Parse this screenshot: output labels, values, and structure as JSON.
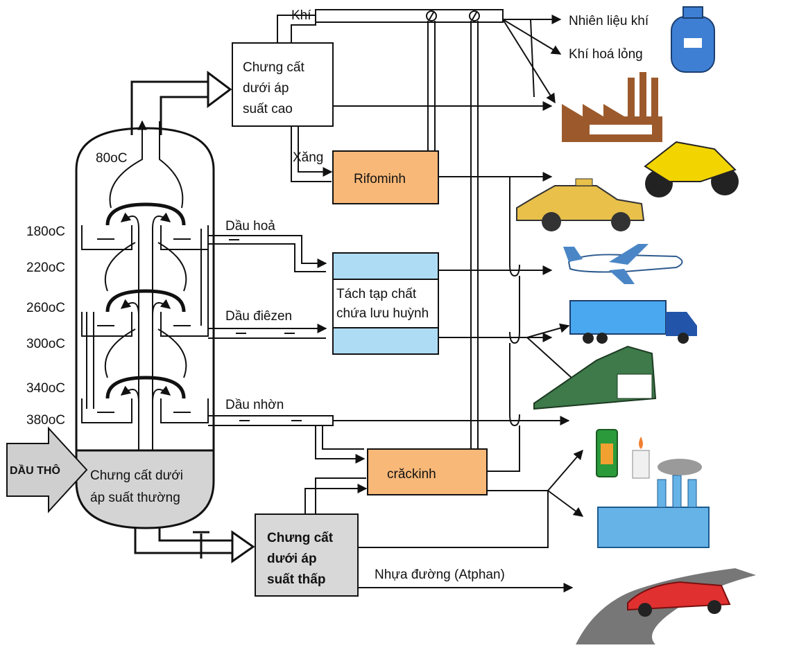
{
  "temperatures": [
    "80oC",
    "180oC",
    "220oC",
    "260oC",
    "300oC",
    "340oC",
    "380oC"
  ],
  "column": {
    "input_label": "DẦU THÔ",
    "label_line1": "Chưng cất dưới",
    "label_line2": "áp suất thường"
  },
  "streams": {
    "gas": "Khí",
    "gasoline": "Xăng",
    "kerosene": "Dầu hoả",
    "diesel": "Dầu điêzen",
    "lube_oil": "Dầu nhờn",
    "asphalt": "Nhựa đường (Atphan)"
  },
  "units": {
    "high_pressure": [
      "Chưng cất",
      "dưới áp",
      "suất cao"
    ],
    "reforming": "Rifominh",
    "desulfur": [
      "Tách tạp chất",
      "chứa lưu huỳnh"
    ],
    "cracking": "crăckinh",
    "low_pressure": [
      "Chưng cất",
      "dưới áp",
      "suất thấp"
    ]
  },
  "products": {
    "fuel_gas": "Nhiên liệu khí",
    "lpg": "Khí hoá lỏng"
  },
  "pictograms": [
    "gas-cylinder-icon",
    "factory-icon",
    "motorcycle-icon",
    "taxi-icon",
    "airplane-icon",
    "truck-icon",
    "locomotive-icon",
    "oil-can-icon",
    "candle-icon",
    "power-plant-icon",
    "road-car-icon"
  ],
  "colors": {
    "reforming_fill": "#f8b878",
    "desulfur_fill": "#aedcf4",
    "cracking_fill": "#f8b878",
    "column_bottom": "#d4d4d4",
    "low_pressure_fill": "#d8d8d8"
  }
}
